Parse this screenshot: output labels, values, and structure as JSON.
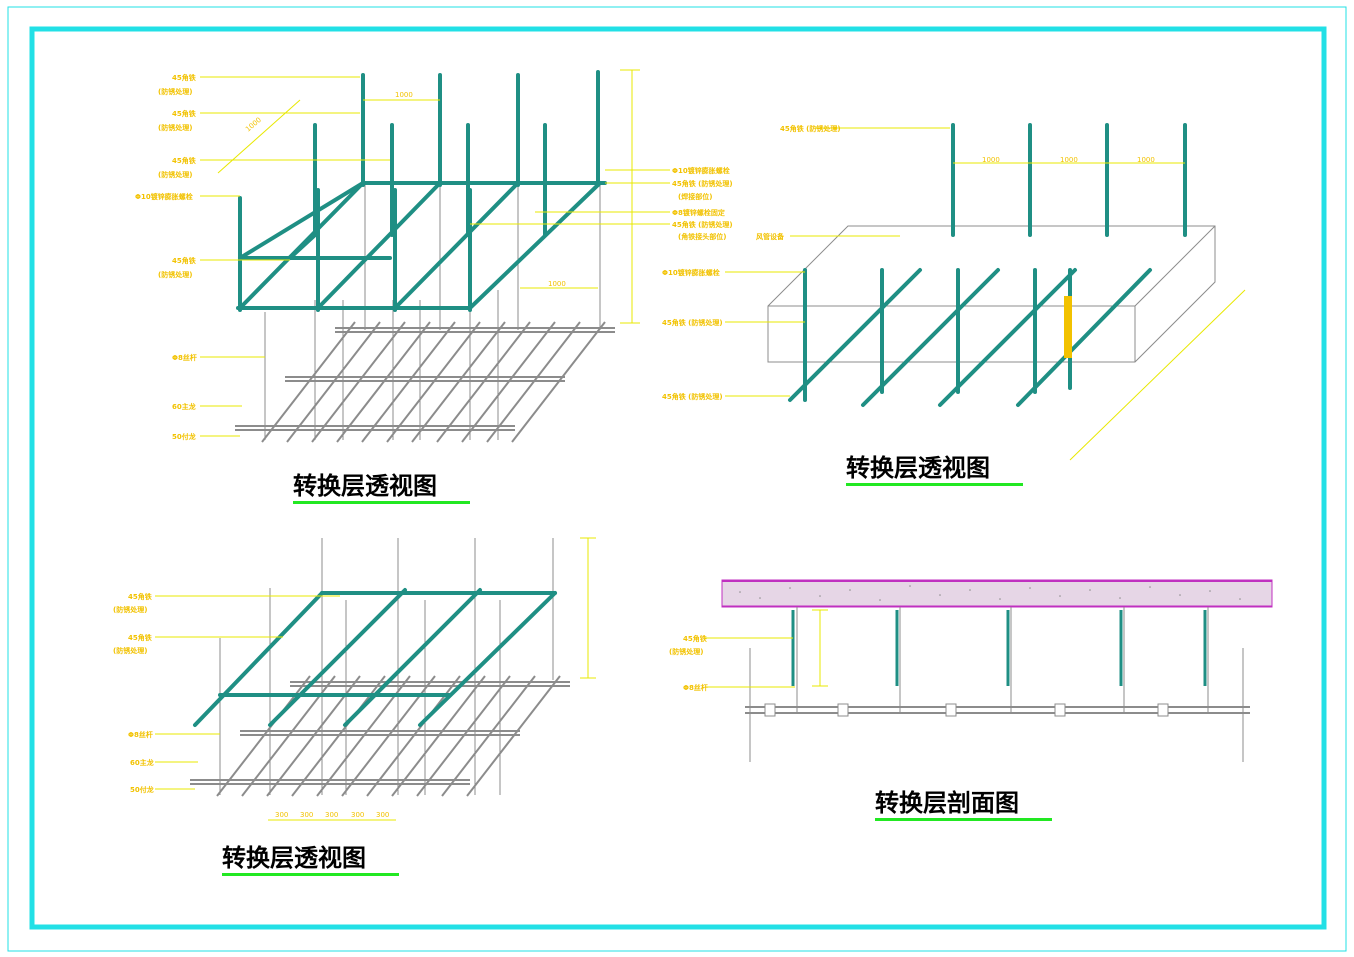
{
  "colors": {
    "frame": "#22e0e6",
    "steel": "#1f8f84",
    "rod": "#8c8c8c",
    "label": "#f2c200",
    "leader": "#e8e800",
    "underline": "#22e822",
    "slab": "#c030c0"
  },
  "view1": {
    "title": "转换层透视图",
    "labels": [
      "45角铁",
      "(防锈处理)",
      "45角铁",
      "(防锈处理)",
      "45角铁",
      "(防锈处理)",
      "Φ10镀锌膨胀螺栓",
      "45角铁",
      "(防锈处理)",
      "Φ8丝杆",
      "60主龙",
      "50付龙"
    ],
    "right_labels": [
      "Φ10镀锌膨胀螺栓",
      "45角铁 (防锈处理)",
      "(焊接部位)",
      "Φ8镀锌螺栓固定",
      "45角铁 (防锈处理)",
      "(角铁接头部位)"
    ],
    "dims": [
      "1000",
      "1000",
      "1000"
    ]
  },
  "view2": {
    "title": "转换层透视图",
    "labels": [
      "45角铁 (防锈处理)",
      "风管设备",
      "Φ10镀锌膨胀螺栓",
      "45角铁 (防锈处理)",
      "45角铁 (防锈处理)"
    ],
    "dims": [
      "1000",
      "1000",
      "1000"
    ]
  },
  "view3": {
    "title": "转换层透视图",
    "labels": [
      "45角铁",
      "(防锈处理)",
      "45角铁",
      "(防锈处理)",
      "Φ8丝杆",
      "60主龙",
      "50付龙"
    ],
    "dims": [
      "300",
      "300",
      "300",
      "300",
      "300"
    ]
  },
  "view4": {
    "title": "转换层剖面图",
    "labels": [
      "45角铁",
      "(防锈处理)",
      "Φ8丝杆"
    ]
  }
}
